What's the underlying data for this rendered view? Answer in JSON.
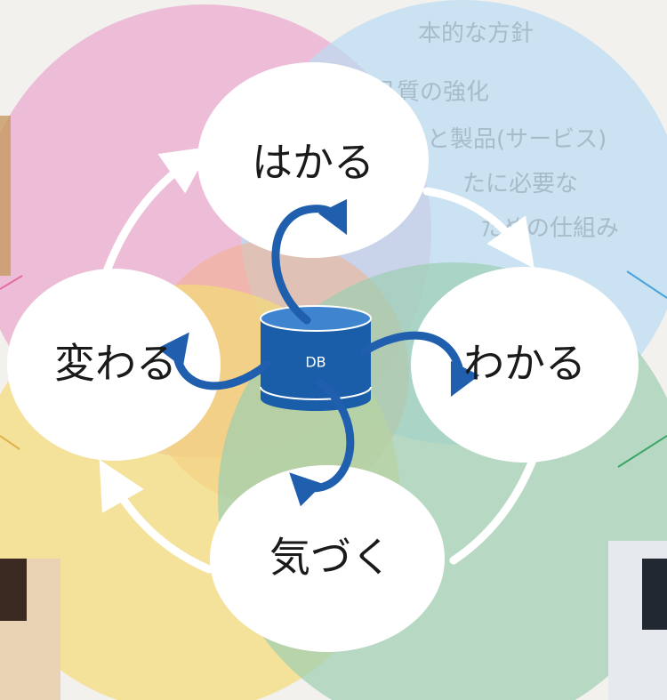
{
  "nodes": {
    "top": "はかる",
    "left": "変わる",
    "right": "わかる",
    "bottom": "気づく"
  },
  "db_label": "DB",
  "colors": {
    "pink": "#e9a6cf",
    "blue": "#bcdcf2",
    "orange": "#f3b08a",
    "yellow": "#f4dc78",
    "green": "#9ccfb2",
    "arrow_blue": "#1f5fae",
    "db_blue": "#1a5da8"
  },
  "background_text": [
    "本的な方針",
    "品質の強化",
    "と製品(サービス)",
    "たに必要な",
    "ための仕組み"
  ]
}
